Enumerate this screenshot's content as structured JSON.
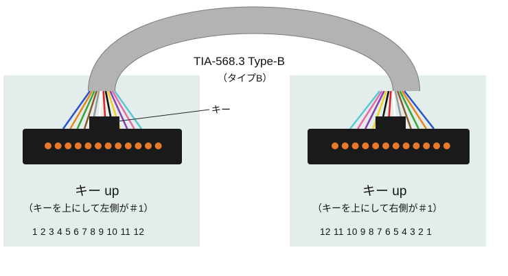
{
  "cable": {
    "standard": "TIA-568.3 Type-B",
    "standard_jp": "（タイプB）",
    "key_callout": "キー"
  },
  "left": {
    "heading": "キー up",
    "subheading": "（キーを上にして左側が＃1）",
    "fiber_order": "1 2 3 4 5 6 7 8 9 10 11 12"
  },
  "right": {
    "heading": "キー up",
    "subheading": "（キーを上にして右側が＃1）",
    "fiber_order": "12 11 10 9 8 7 6 5 4 3 2 1"
  },
  "colors": {
    "panel": "#e3eeec",
    "cable": "#b3b3b3",
    "connector": "#1a1a1a",
    "fiber_dot": "#e8792a",
    "fibers": [
      "#2a55c8",
      "#e8861f",
      "#3aa63a",
      "#8b5a2b",
      "#9a9a9a",
      "#ffffff",
      "#e02424",
      "#111111",
      "#f0d020",
      "#8a3fb0",
      "#e86aa6",
      "#5ac8d0"
    ]
  }
}
